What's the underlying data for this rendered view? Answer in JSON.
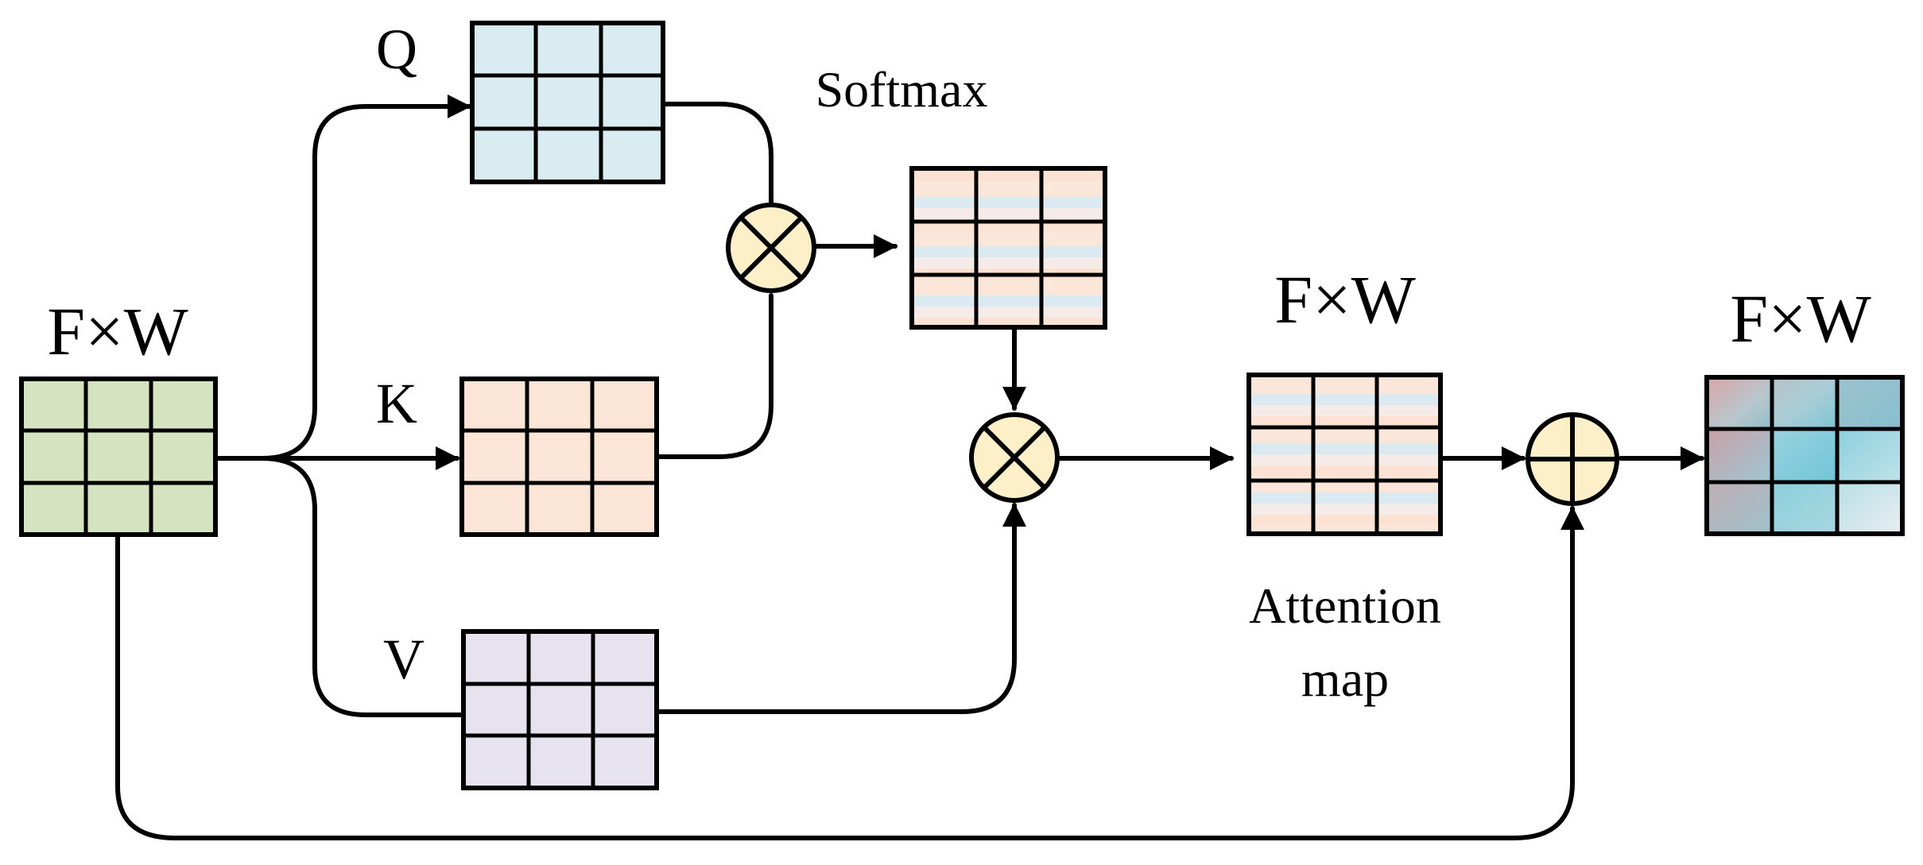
{
  "labels": {
    "input_dim": "F×W",
    "attention_dim": "F×W",
    "output_dim": "F×W",
    "query": "Q",
    "key": "K",
    "value": "V",
    "softmax": "Softmax",
    "attention_line1": "Attention",
    "attention_line2": "map"
  },
  "operators": {
    "qk_product": "multiply",
    "attention_value_product": "multiply",
    "residual_sum": "add"
  },
  "colors": {
    "input": "#d6e3c0",
    "query": "#d9ecf2",
    "key": "#fbe5d6",
    "value": "#e6e3ef",
    "operator": "#fdf0c9",
    "output_red": "#d9a5a8",
    "output_cyan": "#a6d8e3",
    "stroke": "#000000"
  }
}
